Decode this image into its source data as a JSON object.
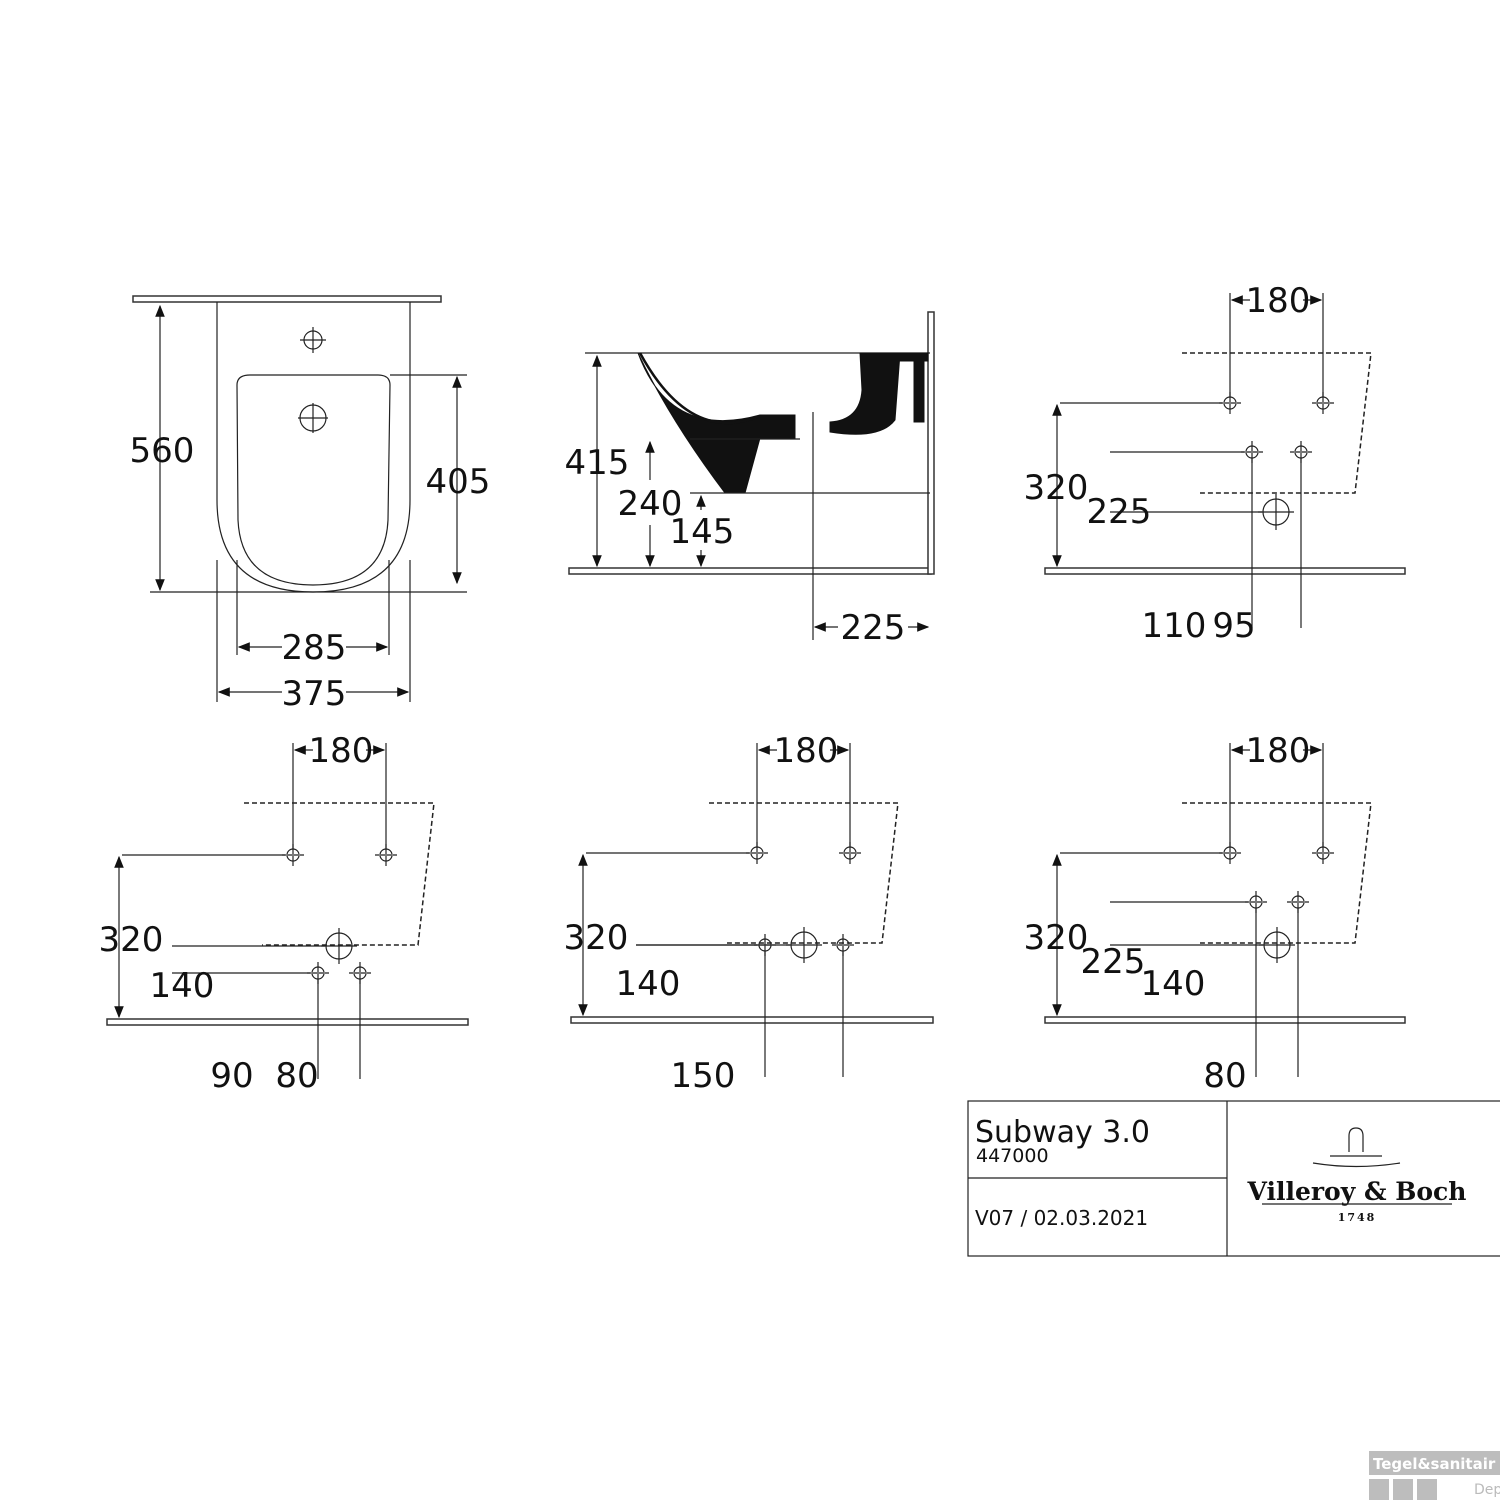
{
  "top_view": {
    "height_560": "560",
    "inner_405": "405",
    "inner_width_285": "285",
    "width_375": "375"
  },
  "side_view": {
    "height_415": "415",
    "height_240": "240",
    "height_145": "145",
    "wall_225": "225"
  },
  "rear_view_1": {
    "spacing_180": "180",
    "height_320": "320",
    "height_225": "225",
    "height_110": "110",
    "offset_95": "95"
  },
  "rear_view_2": {
    "spacing_180": "180",
    "height_320": "320",
    "height_140": "140",
    "height_90": "90",
    "offset_80": "80"
  },
  "rear_view_3": {
    "spacing_180": "180",
    "height_320": "320",
    "height_140": "140",
    "spacing_150": "150"
  },
  "rear_view_4": {
    "spacing_180": "180",
    "height_320": "320",
    "height_225": "225",
    "height_140": "140",
    "offset_80": "80"
  },
  "title_block": {
    "product_name": "Subway 3.0",
    "article_number": "447000",
    "version_date": "V07 / 02.03.2021",
    "brand": "Villeroy & Boch",
    "brand_year": "1748"
  },
  "watermark": {
    "line1": "Tegel&sanitair",
    "line2": "Depot"
  }
}
